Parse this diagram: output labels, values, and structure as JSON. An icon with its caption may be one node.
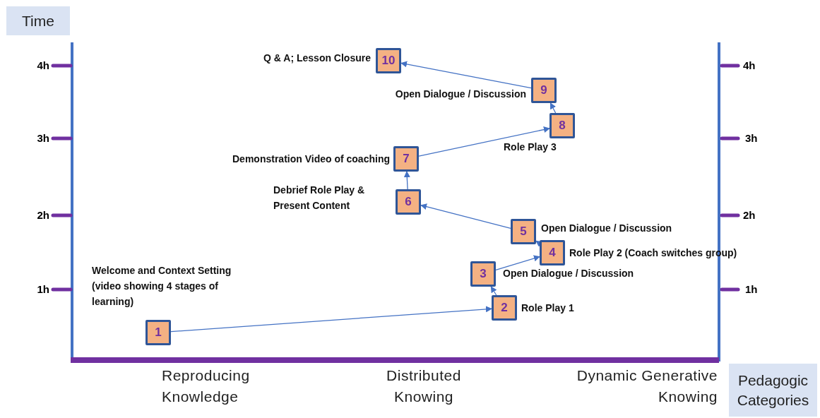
{
  "diagram": {
    "nodes": [
      {
        "text": [
          "1"
        ],
        "beside": [
          "Welcome and Context Setting (video showing 4 stages of learning)"
        ]
      },
      {
        "text": [
          "2"
        ],
        "beside": [
          "Role Play 1"
        ]
      },
      {
        "text": [
          "3"
        ],
        "beside": [
          "Open Dialogue / Discussion"
        ]
      },
      {
        "text": [
          "4"
        ],
        "beside": [
          "Role Play 2 (Coach switches group)"
        ]
      },
      {
        "text": [
          "5"
        ],
        "beside": [
          "Open Dialogue / Discussion"
        ]
      },
      {
        "text": [
          "6"
        ],
        "beside": [
          "Debrief Role Play & Present Content"
        ]
      },
      {
        "text": [
          "7"
        ],
        "beside": [
          "Demonstration Video of coaching"
        ]
      },
      {
        "text": [
          "8"
        ],
        "beside": [
          "Role Play 3"
        ]
      },
      {
        "text": [
          "9"
        ],
        "beside": [
          "Open Dialogue / Discussion"
        ]
      },
      {
        "text": [
          "10"
        ],
        "beside": [
          "Q & A; Lesson Closure"
        ]
      }
    ],
    "edges": [
      {
        "from": 0,
        "to": 1,
        "arrow": "to"
      },
      {
        "from": 1,
        "to": 2,
        "arrow": "to"
      },
      {
        "from": 2,
        "to": 3,
        "arrow": "to"
      },
      {
        "from": 3,
        "to": 4,
        "arrow": "to"
      },
      {
        "from": 4,
        "to": 5,
        "arrow": "to"
      },
      {
        "from": 5,
        "to": 6,
        "arrow": "to"
      },
      {
        "from": 6,
        "to": 7,
        "arrow": "to"
      },
      {
        "from": 7,
        "to": 8,
        "arrow": "to"
      },
      {
        "from": 8,
        "to": 9,
        "arrow": "to"
      }
    ],
    "labels": [
      "Time",
      "4h",
      "3h",
      "2h",
      "1h",
      "4h",
      "3h",
      "2h",
      "1h",
      "Reproducing Knowledge",
      "Distributed Knowing",
      "Dynamic Generative Knowing",
      "Pedagogic Categories"
    ]
  }
}
